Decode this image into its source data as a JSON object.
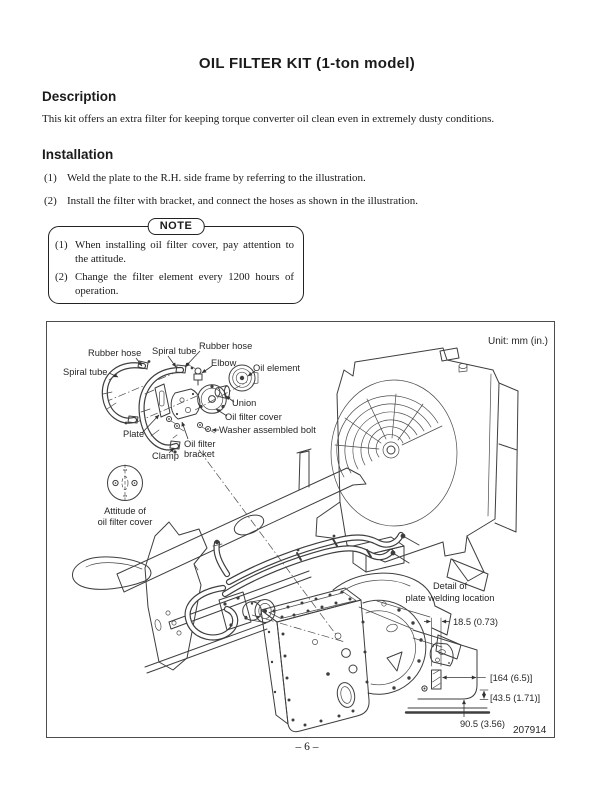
{
  "page": {
    "title": "OIL FILTER KIT (1-ton model)",
    "page_number": "– 6 –"
  },
  "description": {
    "heading": "Description",
    "body": "This kit offers an extra filter for keeping torque converter oil clean even in extremely dusty conditions."
  },
  "installation": {
    "heading": "Installation",
    "items": [
      {
        "num": "(1)",
        "text": "Weld the plate to the R.H. side frame by referring to the illustration."
      },
      {
        "num": "(2)",
        "text": "Install the filter with bracket, and connect the hoses as shown in the illustration."
      }
    ]
  },
  "note": {
    "label": "NOTE",
    "items": [
      {
        "num": "(1)",
        "text": "When installing oil filter cover, pay attention to the attitude."
      },
      {
        "num": "(2)",
        "text": "Change the filter element every 1200 hours of operation."
      }
    ]
  },
  "figure": {
    "unit_label": "Unit:  mm (in.)",
    "figure_number": "207914",
    "part_labels": {
      "rubber_hose_left": "Rubber hose",
      "spiral_tube_left": "Spiral tube",
      "spiral_tube_mid": "Spiral tube",
      "rubber_hose_top": "Rubber hose",
      "elbow": "Elbow",
      "oil_element": "Oil element",
      "union": "Union",
      "oil_filter_cover": "Oil filter cover",
      "washer_assembled_bolt": "Washer assembled bolt",
      "plate": "Plate",
      "oil_filter_bracket_1": "Oil filter",
      "oil_filter_bracket_2": "bracket",
      "clamp": "Clamp",
      "attitude_1": "Attitude of",
      "attitude_2": "oil filter cover"
    },
    "detail": {
      "title_1": "Detail of",
      "title_2": "plate welding location",
      "dim_18_5": "18.5 (0.73)",
      "dim_164": "[164 (6.5)]",
      "dim_43_5": "[43.5 (1.71)]",
      "dim_90_5": "90.5 (3.56)"
    }
  }
}
